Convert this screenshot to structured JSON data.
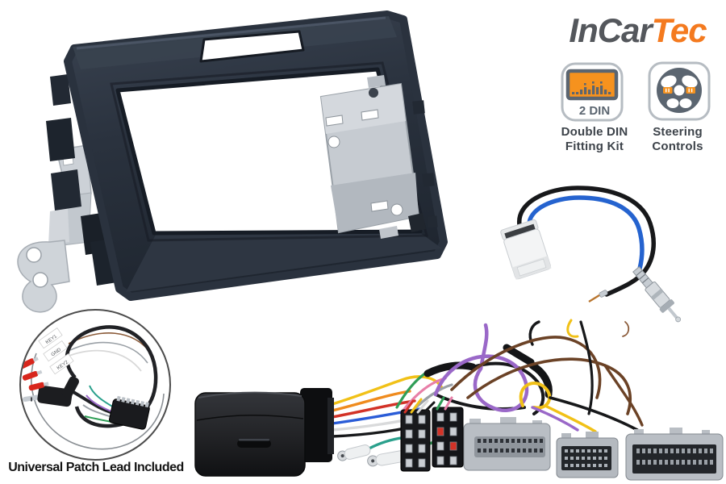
{
  "brand": {
    "name_primary": "InCar",
    "name_accent": "Tec",
    "primary_color": "#54575c",
    "accent_color": "#f47a1f"
  },
  "features": [
    {
      "name": "double-din-fitting-kit",
      "badge": "2 DIN",
      "label_line1": "Double DIN",
      "label_line2": "Fitting Kit"
    },
    {
      "name": "steering-controls",
      "label_line1": "Steering",
      "label_line2": "Controls"
    }
  ],
  "patch_lead": {
    "caption": "Universal Patch Lead Included",
    "wire_labels": [
      "KEY1",
      "GND",
      "KEY2"
    ]
  },
  "colors": {
    "icon_slate": "#5b6570",
    "icon_border": "#b6bcc2",
    "icon_orange": "#f6921e",
    "label_text": "#3d434a",
    "caption_text": "#141414",
    "fascia_dark": "#2a323e",
    "fascia_light": "#3a4351",
    "metal_silver": "#c6cbd1",
    "aerial_blue": "#2563cf",
    "wire_yellow": "#f1c117",
    "wire_orange": "#ef8b1e",
    "wire_red": "#d23227",
    "wire_blue": "#2a5cd7",
    "wire_green": "#2f9e57",
    "wire_teal": "#2aa08c",
    "wire_pink": "#e87fa8",
    "wire_purple": "#9a68c8",
    "wire_brown": "#6b4226",
    "wire_gray": "#9aa0a6",
    "wire_black": "#17181a",
    "wire_white": "#d9dadb"
  }
}
